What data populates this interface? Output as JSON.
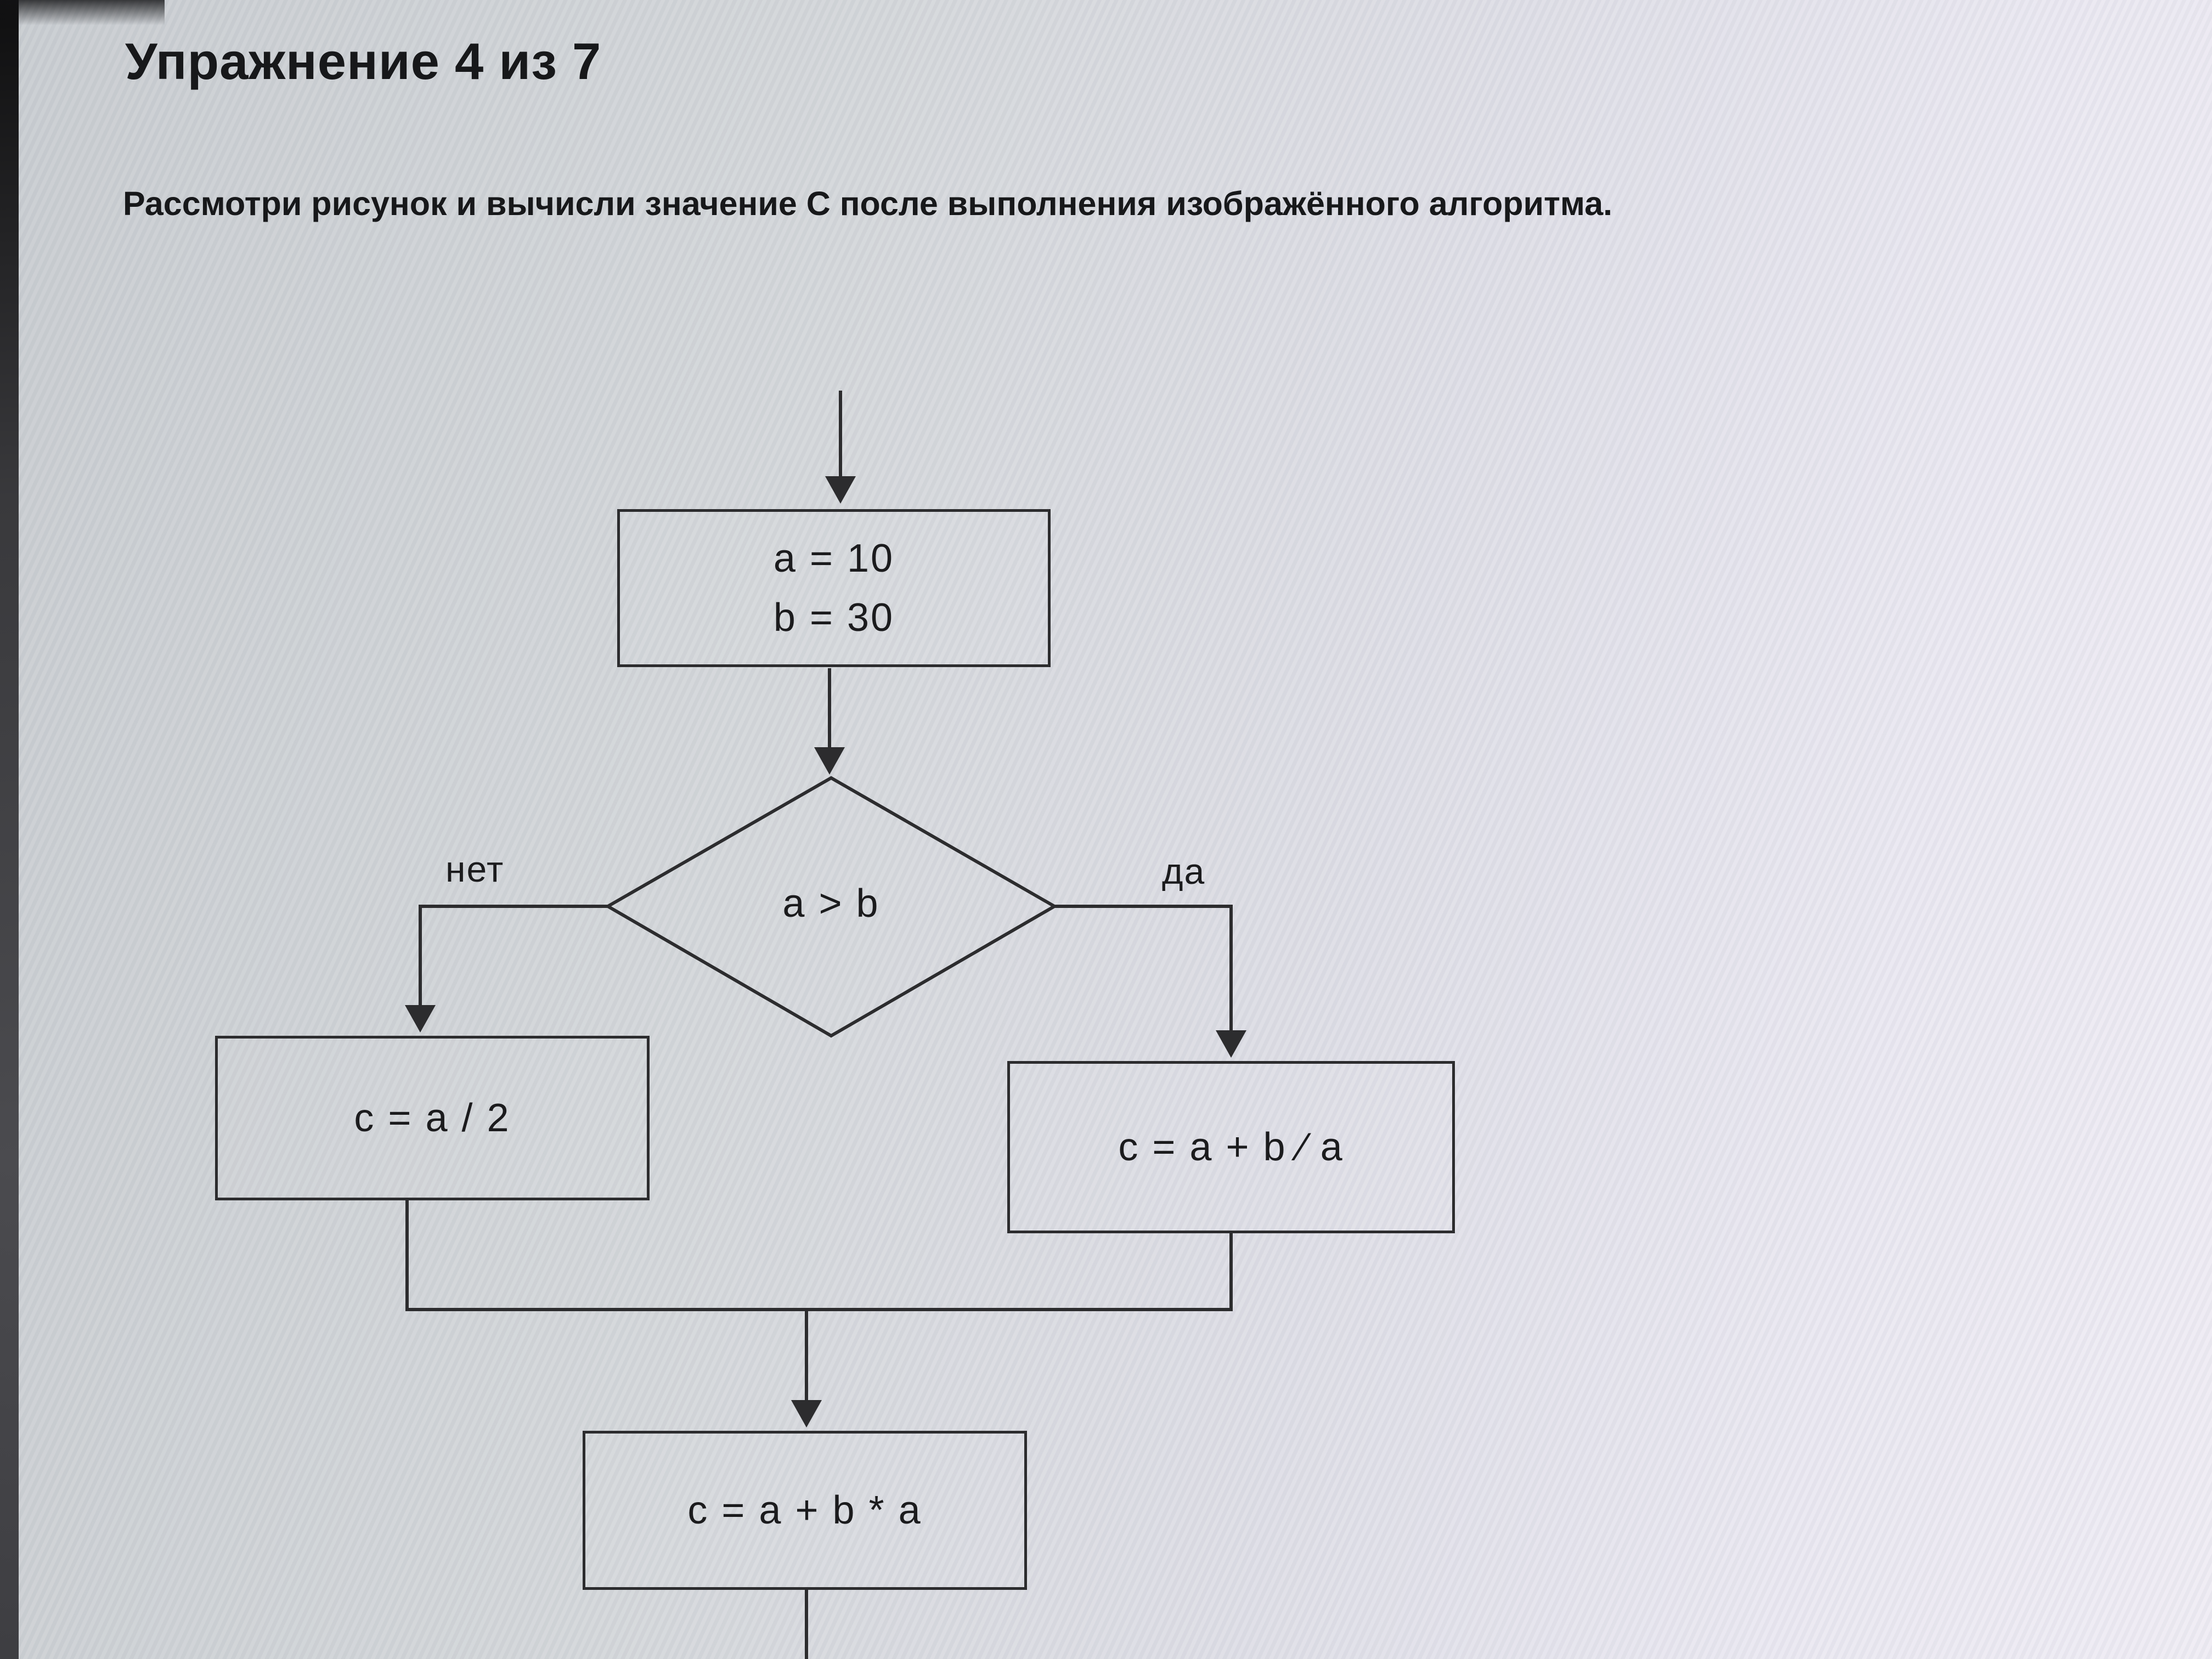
{
  "page": {
    "title": "Упражнение 4 из 7",
    "instruction": "Рассмотри рисунок и вычисли значение C после выполнения изображённого алгоритма."
  },
  "flowchart": {
    "start_box": {
      "line1": "a = 10",
      "line2": "b = 30"
    },
    "decision": {
      "condition": "a > b",
      "no_label": "нет",
      "yes_label": "да"
    },
    "no_branch_box": "c = a / 2",
    "yes_branch_box": "c = a + b ∕ a",
    "final_box": "c = a + b * a"
  },
  "colors": {
    "line": "#2c2c2e",
    "text": "#1b1b1d",
    "background_left": "#cfd3d6",
    "background_right": "#efecf4"
  }
}
